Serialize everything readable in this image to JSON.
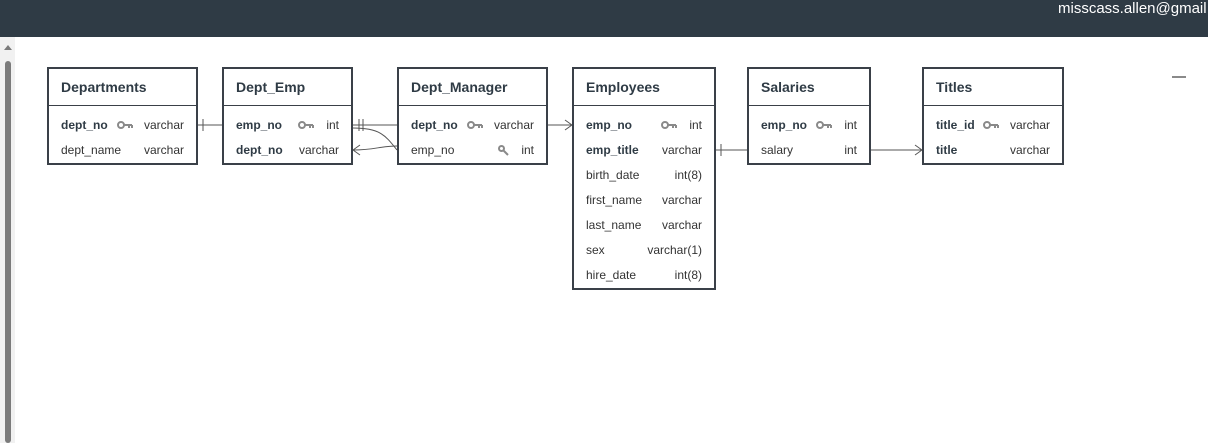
{
  "header": {
    "user_email": "misscass.allen@gmail.com"
  },
  "tables": [
    {
      "name": "Departments",
      "columns": [
        {
          "name": "dept_no",
          "type": "varchar",
          "pk": true,
          "key": "pk"
        },
        {
          "name": "dept_name",
          "type": "varchar",
          "pk": false,
          "key": ""
        }
      ]
    },
    {
      "name": "Dept_Emp",
      "columns": [
        {
          "name": "emp_no",
          "type": "int",
          "pk": true,
          "key": "pk"
        },
        {
          "name": "dept_no",
          "type": "varchar",
          "pk": true,
          "key": ""
        }
      ]
    },
    {
      "name": "Dept_Manager",
      "columns": [
        {
          "name": "dept_no",
          "type": "varchar",
          "pk": true,
          "key": "pk"
        },
        {
          "name": "emp_no",
          "type": "int",
          "pk": false,
          "key": "fk"
        }
      ]
    },
    {
      "name": "Employees",
      "columns": [
        {
          "name": "emp_no",
          "type": "int",
          "pk": true,
          "key": "pk"
        },
        {
          "name": "emp_title",
          "type": "varchar",
          "pk": true,
          "key": ""
        },
        {
          "name": "birth_date",
          "type": "int(8)",
          "pk": false,
          "key": ""
        },
        {
          "name": "first_name",
          "type": "varchar",
          "pk": false,
          "key": ""
        },
        {
          "name": "last_name",
          "type": "varchar",
          "pk": false,
          "key": ""
        },
        {
          "name": "sex",
          "type": "varchar(1)",
          "pk": false,
          "key": ""
        },
        {
          "name": "hire_date",
          "type": "int(8)",
          "pk": false,
          "key": ""
        }
      ]
    },
    {
      "name": "Salaries",
      "columns": [
        {
          "name": "emp_no",
          "type": "int",
          "pk": true,
          "key": "pk"
        },
        {
          "name": "salary",
          "type": "int",
          "pk": false,
          "key": ""
        }
      ]
    },
    {
      "name": "Titles",
      "columns": [
        {
          "name": "title_id",
          "type": "varchar",
          "pk": true,
          "key": "pk"
        },
        {
          "name": "title",
          "type": "varchar",
          "pk": true,
          "key": ""
        }
      ]
    }
  ],
  "icons": {
    "pk": "key-icon",
    "fk": "foreign-key-icon"
  },
  "colors": {
    "topbar": "#2f3b45",
    "border": "#3a4048",
    "link": "#555555"
  }
}
